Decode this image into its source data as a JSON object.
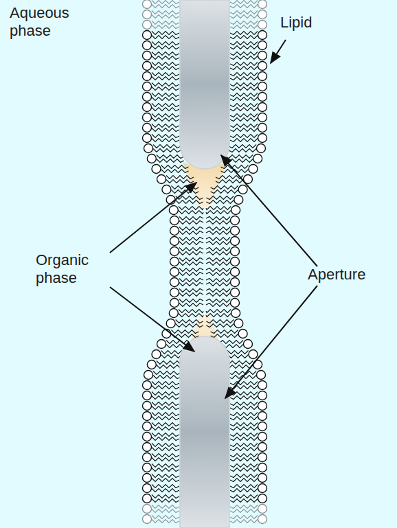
{
  "diagram": {
    "labels": [
      "Aqueous phase",
      "Lipid",
      "Organic phase",
      "Aperture"
    ]
  }
}
